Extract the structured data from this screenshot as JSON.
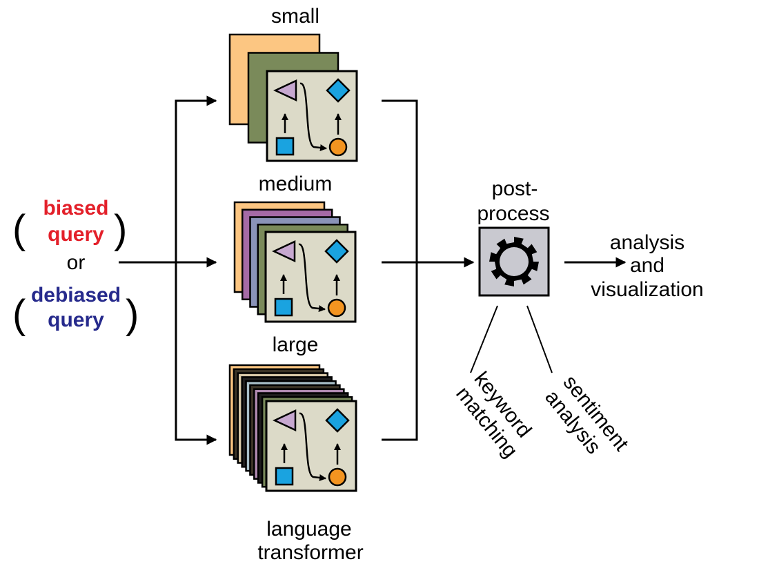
{
  "colors": {
    "biased": "#e3202a",
    "debiased": "#262a8c",
    "panel_bg": "#dcdac8",
    "gear_box": "#c9c9d0",
    "triangle": "#c7a8d0",
    "diamond": "#1aa3e0",
    "square": "#1aa3e0",
    "circle": "#f39420"
  },
  "query": {
    "biased_line1": "biased",
    "biased_line2": "query",
    "or": "or",
    "debiased_line1": "debiased",
    "debiased_line2": "query",
    "paren_open": "(",
    "paren_close": ")"
  },
  "models": {
    "small": "small",
    "medium": "medium",
    "large": "large",
    "caption_line1": "language",
    "caption_line2": "transformer"
  },
  "stack_colors": {
    "small": [
      "#fcc682",
      "#7a8a5a"
    ],
    "medium": [
      "#fcc682",
      "#a56aa6",
      "#8a93b8",
      "#7a8a5a"
    ],
    "large": [
      "#fcc682",
      "#3b3326",
      "#d9c9a8",
      "#1f1d1d",
      "#a9bfc8",
      "#3b3326",
      "#b08ab0",
      "#1f1d1d",
      "#7a8a5a"
    ]
  },
  "postprocess": {
    "title_line1": "post-",
    "title_line2": "process",
    "icon": "gear-icon",
    "method1_line1": "keyword",
    "method1_line2": "matching",
    "method2_line1": "sentiment",
    "method2_line2": "analysis"
  },
  "output": {
    "line1": "analysis",
    "line2": "and",
    "line3": "visualization"
  }
}
